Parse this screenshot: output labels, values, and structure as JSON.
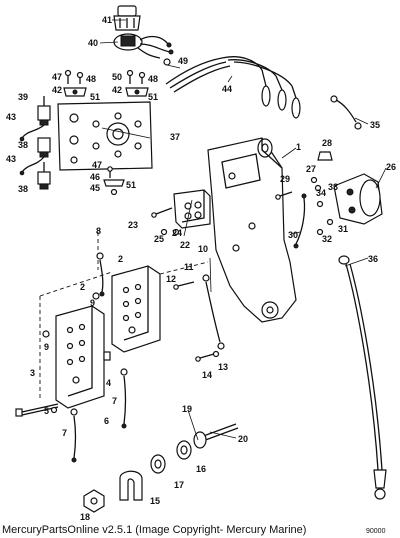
{
  "footer": "MercuryPartsOnline v2.5.1 (Image Copyright- Mercury Marine)",
  "figure_code": "90000",
  "callouts": {
    "c1": "1",
    "c2a": "2",
    "c2b": "2",
    "c3": "3",
    "c4": "4",
    "c5": "5",
    "c6": "6",
    "c7a": "7",
    "c7b": "7",
    "c8": "8",
    "c9a": "9",
    "c9b": "9",
    "c10": "10",
    "c11": "11",
    "c12": "12",
    "c13": "13",
    "c14": "14",
    "c15": "15",
    "c16": "16",
    "c17": "17",
    "c18": "18",
    "c19": "19",
    "c20": "20",
    "c22": "22",
    "c23": "23",
    "c24": "24",
    "c25": "25",
    "c26": "26",
    "c27": "27",
    "c28": "28",
    "c29": "29",
    "c30": "30",
    "c31": "31",
    "c32": "32",
    "c33": "33",
    "c34": "34",
    "c35": "35",
    "c36": "36",
    "c37": "37",
    "c38a": "38",
    "c38b": "38",
    "c39": "39",
    "c40": "40",
    "c41": "41",
    "c42a": "42",
    "c42b": "42",
    "c43a": "43",
    "c43b": "43",
    "c44": "44",
    "c45": "45",
    "c46": "46",
    "c47a": "47",
    "c47b": "47",
    "c48a": "48",
    "c48b": "48",
    "c49": "49",
    "c50": "50",
    "c51a": "51",
    "c51b": "51",
    "c51c": "51"
  }
}
